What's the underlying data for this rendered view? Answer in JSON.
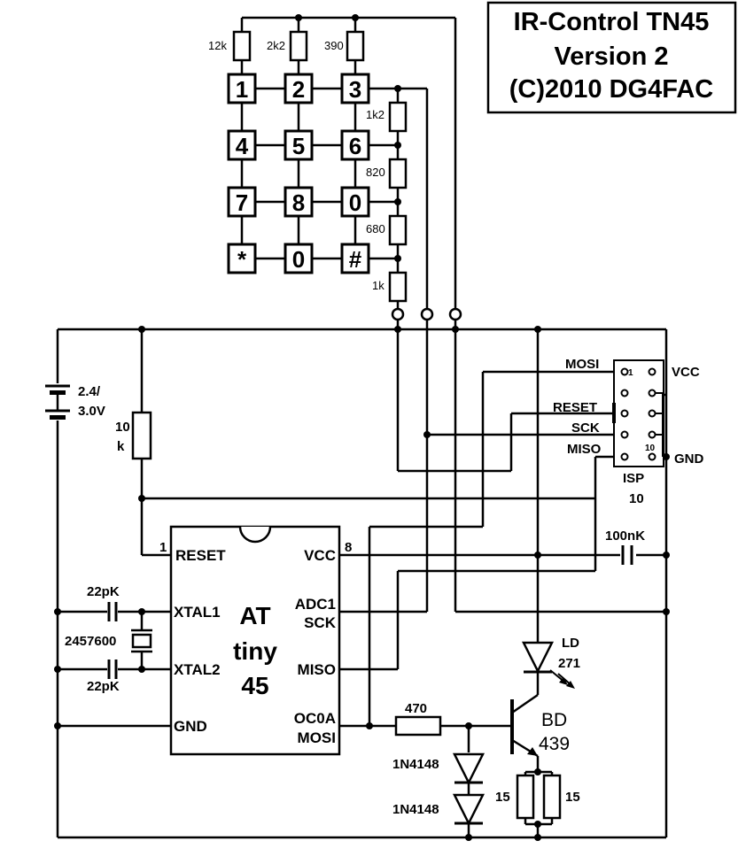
{
  "title": {
    "line1": "IR-Control TN45",
    "line2": "Version 2",
    "line3": "(C)2010 DG4FAC"
  },
  "keypad": {
    "keys": [
      "1",
      "2",
      "3",
      "4",
      "5",
      "6",
      "7",
      "8",
      "0",
      "*",
      "0",
      "#"
    ],
    "column_resistors": [
      "12k",
      "2k2",
      "390"
    ],
    "row_resistors": [
      "1k2",
      "820",
      "680",
      "1k"
    ]
  },
  "battery": {
    "value_line1": "2.4/",
    "value_line2": "3.0V"
  },
  "reset_resistor": {
    "value_line1": "10",
    "value_line2": "k"
  },
  "isp": {
    "name": "ISP",
    "pins_label": "10",
    "pin1_mark": "1",
    "pin10_mark": "10",
    "signals": {
      "mosi": "MOSI",
      "reset": "RESET",
      "sck": "SCK",
      "miso": "MISO",
      "vcc": "VCC",
      "gnd": "GND"
    }
  },
  "mcu": {
    "name_line1": "AT",
    "name_line2": "tiny",
    "name_line3": "45",
    "pin1_number": "1",
    "pin8_number": "8",
    "pins": {
      "reset": "RESET",
      "xtal1": "XTAL1",
      "xtal2": "XTAL2",
      "gnd": "GND",
      "vcc": "VCC",
      "adc1": "ADC1",
      "sck": "SCK",
      "miso": "MISO",
      "oc0a": "OC0A",
      "mosi": "MOSI"
    }
  },
  "crystal": {
    "frequency": "2457600",
    "cap_top": "22pK",
    "cap_bottom": "22pK"
  },
  "decoupling_cap": {
    "value": "100nK"
  },
  "base_resistor": {
    "value": "470"
  },
  "diodes": [
    "1N4148",
    "1N4148"
  ],
  "ir_led": {
    "name": "LD",
    "part": "271"
  },
  "transistor": {
    "name": "BD",
    "part": "439"
  },
  "emitter_resistors": [
    "15",
    "15"
  ]
}
